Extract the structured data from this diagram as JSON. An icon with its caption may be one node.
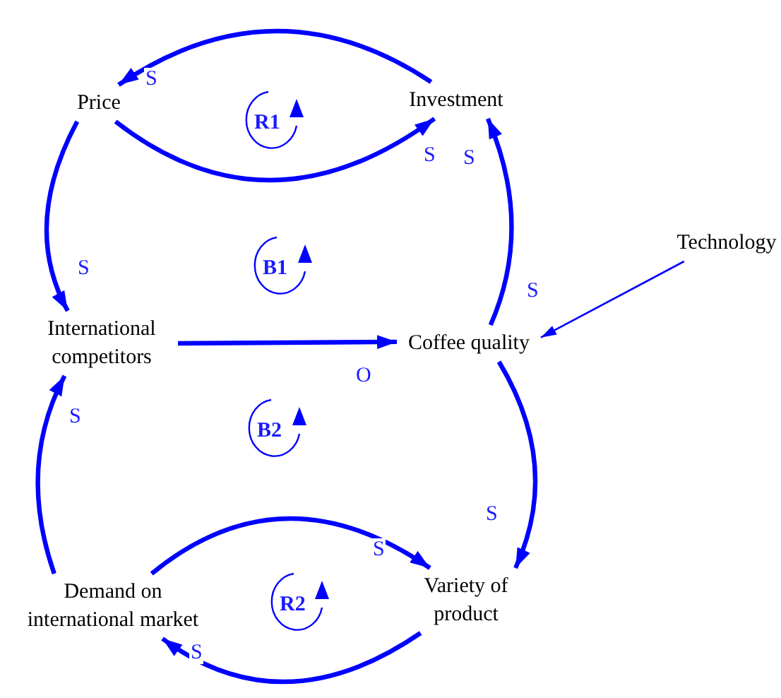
{
  "diagram": {
    "nodes": [
      {
        "text": [
          "Price"
        ]
      },
      {
        "text": [
          "Investment"
        ]
      },
      {
        "text": [
          "Technology"
        ]
      },
      {
        "text": [
          "International competitors"
        ]
      },
      {
        "text": [
          "Coffee quality"
        ]
      },
      {
        "text": [
          "Demand on international market"
        ]
      },
      {
        "text": [
          "Variety of product"
        ]
      }
    ],
    "edges": [
      {
        "from": 1,
        "to": 0,
        "arrow": "to",
        "label": "S"
      },
      {
        "from": 0,
        "to": 1,
        "arrow": "to",
        "label": "S"
      },
      {
        "from": 0,
        "to": 3,
        "arrow": "to",
        "label": "S"
      },
      {
        "from": 4,
        "to": 1,
        "arrow": "to",
        "label": "S"
      },
      {
        "from": 2,
        "to": 4,
        "arrow": "to",
        "label": "S"
      },
      {
        "from": 3,
        "to": 4,
        "arrow": "to",
        "label": "O"
      },
      {
        "from": 4,
        "to": 6,
        "arrow": "to",
        "label": "S"
      },
      {
        "from": 5,
        "to": 6,
        "arrow": "to",
        "label": "S"
      },
      {
        "from": 6,
        "to": 5,
        "arrow": "to",
        "label": "S"
      },
      {
        "from": 5,
        "to": 3,
        "arrow": "to",
        "label": "S"
      }
    ],
    "labels": [
      "R1",
      "B1",
      "B2",
      "R2"
    ]
  }
}
